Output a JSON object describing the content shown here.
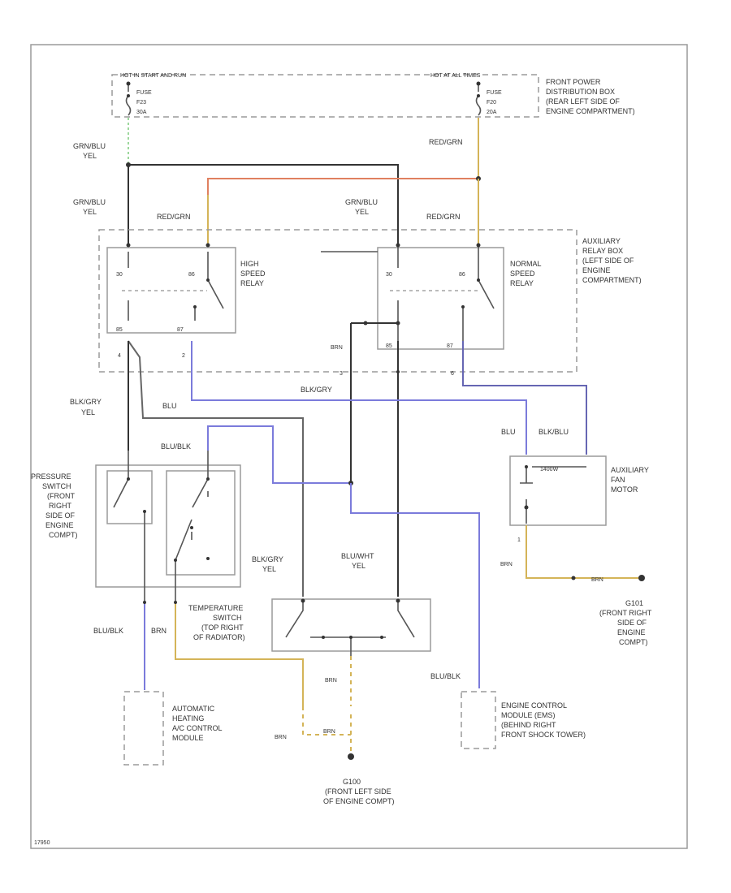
{
  "colors": {
    "border": "#9a9a9a",
    "black": "#333333",
    "gray": "#666666",
    "blue": "#7b7bdb",
    "yellow": "#d4b458",
    "red_orange": "#e08060",
    "green": "#9cd79c",
    "text": "#333333"
  },
  "fuse_box": {
    "label_left": "HOT IN START AND RUN",
    "label_right": "HOT AT ALL TIMES",
    "fuse_left": [
      "FUSE",
      "F23",
      "30A"
    ],
    "fuse_right": [
      "FUSE",
      "F20",
      "20A"
    ],
    "description": [
      "FRONT POWER",
      "DISTRIBUTION BOX",
      "(REAR LEFT SIDE OF",
      "ENGINE COMPARTMENT)"
    ]
  },
  "wires": {
    "left_top": [
      "GRN/BLU",
      "YEL"
    ],
    "right_top": "RED/GRN",
    "hs_left": [
      "GRN/BLU",
      "YEL"
    ],
    "hs_right": "RED/GRN",
    "ns_left": [
      "GRN/BLU",
      "YEL"
    ],
    "ns_right": "RED/GRN",
    "blk_gry_yel": [
      "BLK/GRY",
      "YEL"
    ],
    "blu": "BLU",
    "blk_gry": "BLK/GRY",
    "blu_blk_pressure": "BLU/BLK",
    "blu_fan": "BLU",
    "blk_blu_fan": "BLK/BLU",
    "brn_fan": "BRN",
    "brn_g101": "BRN",
    "blk_gry_temp": [
      "BLK/GRY",
      "YEL"
    ],
    "blu_wht_temp": [
      "BLU/WHT",
      "YEL"
    ],
    "blu_blk_bottom_left": "BLU/BLK",
    "brn_bottom_left": "BRN",
    "brn_temp": "BRN",
    "brn_g100_left": "BRN",
    "brn_g100_right": "BRN",
    "blu_blk_ecm": "BLU/BLK",
    "brn_relay": "BRN"
  },
  "relays": {
    "high": [
      "HIGH",
      "SPEED",
      "RELAY"
    ],
    "normal": [
      "NORMAL",
      "SPEED",
      "RELAY"
    ]
  },
  "aux_box": [
    "AUXILIARY",
    "RELAY BOX",
    "(LEFT SIDE OF",
    "ENGINE",
    "COMPARTMENT)"
  ],
  "pressure_switch": [
    "PRESSURE",
    "SWITCH",
    "(FRONT",
    "RIGHT",
    "SIDE OF",
    "ENGINE",
    "COMPT)"
  ],
  "fan_motor": [
    "AUXILIARY",
    "FAN",
    "MOTOR"
  ],
  "fan_motor_sub": "1400W",
  "g101": [
    "G101",
    "(FRONT RIGHT",
    "SIDE OF",
    "ENGINE",
    "COMPT)"
  ],
  "temp_switch": [
    "TEMPERATURE",
    "SWITCH",
    "(TOP RIGHT",
    "OF RADIATOR)"
  ],
  "ac_module": [
    "AUTOMATIC",
    "HEATING",
    "A/C CONTROL",
    "MODULE"
  ],
  "ecm": [
    "ENGINE CONTROL",
    "MODULE (EMS)",
    "(BEHIND RIGHT",
    "FRONT SHOCK TOWER)"
  ],
  "g100": [
    "G100",
    "(FRONT LEFT SIDE",
    "OF ENGINE COMPT)"
  ],
  "pins": {
    "hs_30": "30",
    "hs_86": "86",
    "hs_87": "87",
    "hs_85": "85",
    "ns_30": "30",
    "ns_86": "86",
    "ns_87": "87",
    "ns_85": "85",
    "p4": "4",
    "p2": "2",
    "p3": "3",
    "p6": "6",
    "p1": "1"
  },
  "footer_code": "17950"
}
